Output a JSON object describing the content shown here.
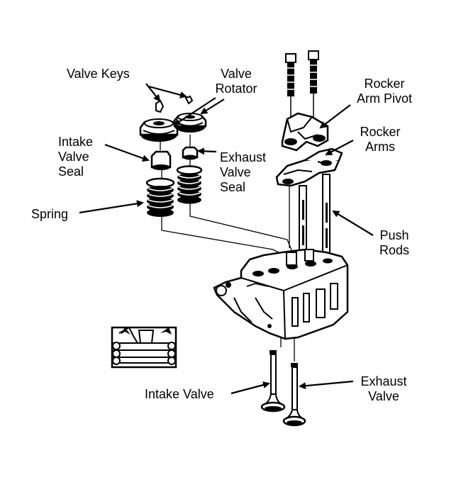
{
  "labels": {
    "valve_keys": "Valve Keys",
    "valve_rotator_1": "Valve",
    "valve_rotator_2": "Rotator",
    "rocker_pivot_1": "Rocker",
    "rocker_pivot_2": "Arm Pivot",
    "rocker_arms_1": "Rocker",
    "rocker_arms_2": "Arms",
    "intake_seal_1": "Intake",
    "intake_seal_2": "Valve",
    "intake_seal_3": "Seal",
    "exhaust_seal_1": "Exhaust",
    "exhaust_seal_2": "Valve",
    "exhaust_seal_3": "Seal",
    "spring": "Spring",
    "push_rods_1": "Push",
    "push_rods_2": "Rods",
    "intake_valve": "Intake Valve",
    "exhaust_valve_1": "Exhaust",
    "exhaust_valve_2": "Valve"
  }
}
